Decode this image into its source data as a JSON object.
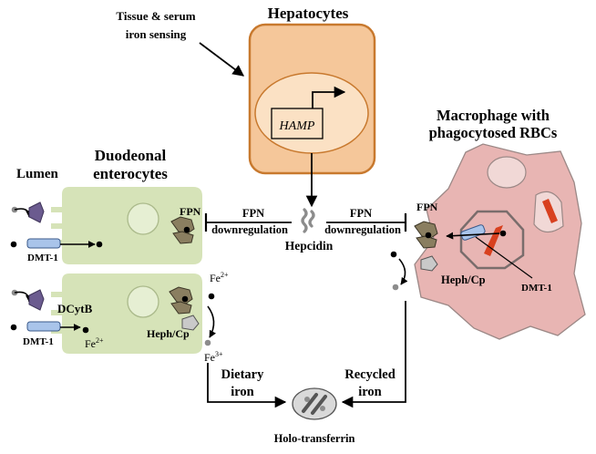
{
  "hepatocytes": {
    "title": "Hepatocytes",
    "gene": "HAMP",
    "sensing_line1": "Tissue & serum",
    "sensing_line2": "iron sensing"
  },
  "hepcidin": {
    "label": "Hepcidin"
  },
  "regulation": {
    "left_top": "FPN",
    "left_bottom": "downregulation",
    "right_top": "FPN",
    "right_bottom": "downregulation"
  },
  "enterocytes": {
    "title_line1": "Duodeonal",
    "title_line2": "enterocytes",
    "lumen": "Lumen",
    "dmt1_top": "DMT-1",
    "dcytb": "DCytB",
    "dmt1_bottom": "DMT-1",
    "fe2_bottom": "Fe",
    "fe2_bottom_sup": "2+",
    "fpn": "FPN",
    "fe2_right": "Fe",
    "fe2_right_sup": "2+",
    "heph_cp": "Heph/Cp",
    "fe3": "Fe",
    "fe3_sup": "3+"
  },
  "macrophage": {
    "title_line1": "Macrophage with",
    "title_line2": "phagocytosed RBCs",
    "fpn": "FPN",
    "heph_cp": "Heph/Cp",
    "dmt1": "DMT-1"
  },
  "flow": {
    "dietary_line1": "Dietary",
    "dietary_line2": "iron",
    "recycled_line1": "Recycled",
    "recycled_line2": "iron",
    "transferrin": "Holo-transferrin"
  },
  "colors": {
    "hepatocyte_fill": "#f5c79a",
    "hepatocyte_stroke": "#c8792e",
    "enterocyte_fill": "#d6e3b8",
    "macrophage_fill": "#e8b5b3",
    "transporter_blue": "#a9c4ea",
    "dcytb_purple": "#6b5b8f",
    "fpn_brown": "#8a7e60",
    "rbc_red": "#d8401f"
  }
}
